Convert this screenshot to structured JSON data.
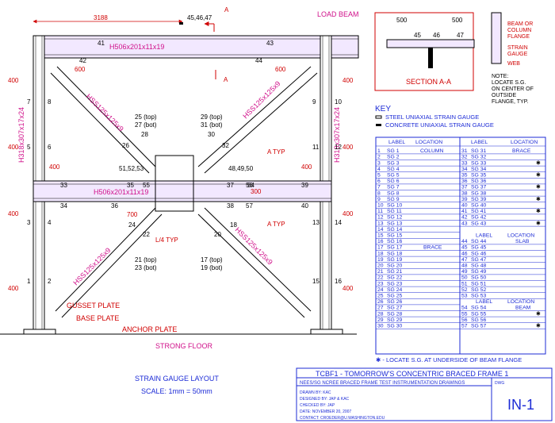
{
  "colors": {
    "red": "#d00000",
    "magenta": "#d0108a",
    "blue": "#1c2bd6",
    "black": "#000000",
    "beam_fill": "#f2e8ff"
  },
  "frame": {
    "load_beam": "LOAD BEAM",
    "strong_floor": "STRONG FLOOR",
    "dim_3188": "3188",
    "top_gauges": "45,46,47",
    "beam_top": "H506x201x11x19",
    "beam_mid": "H506x201x11x19",
    "col_left": "H318x307x17x24",
    "col_right": "H318x307x17x24",
    "brace_ul": "HSS125x125x9",
    "brace_ur": "HSS125x125x9",
    "brace_ll": "HSS125x125x9",
    "brace_lr": "HSS125x125x9",
    "mid_left_gauges": "51,52,53",
    "mid_right_gauges": "48,49,50",
    "ann_ul_top": "25 (top)",
    "ann_ul_bot": "27 (bot)",
    "ann_ur_top": "29 (top)",
    "ann_ur_bot": "31 (bot)",
    "ann_ll_top": "21 (top)",
    "ann_ll_bot": "23 (bot)",
    "ann_lr_top": "17 (top)",
    "ann_lr_bot": "19 (bot)",
    "section_mark": "A",
    "a_typ": "A TYP",
    "l4_typ": "L/4 TYP",
    "gusset_plate": "GUSSET PLATE",
    "base_plate": "BASE PLATE",
    "anchor_plate": "ANCHOR PLATE",
    "dim_600": "600",
    "dim_400": "400",
    "dim_300": "300",
    "dim_700": "700",
    "gauges": {
      "g1": "1",
      "g2": "2",
      "g3": "3",
      "g4": "4",
      "g5": "5",
      "g6": "6",
      "g7": "7",
      "g8": "8",
      "g9": "9",
      "g10": "10",
      "g11": "11",
      "g12": "12",
      "g13": "13",
      "g14": "14",
      "g15": "15",
      "g16": "16",
      "g18": "18",
      "g20": "20",
      "g22": "22",
      "g24": "24",
      "g26": "26",
      "g28": "28",
      "g30": "30",
      "g32": "32",
      "g33": "33",
      "g34": "34",
      "g35": "35",
      "g36": "36",
      "g37": "37",
      "g38": "38",
      "g39": "39",
      "g40": "40",
      "g41": "41",
      "g42": "42",
      "g43": "43",
      "g44": "44",
      "g54": "54",
      "g55": "55",
      "g56": "56",
      "g57": "57"
    }
  },
  "section": {
    "title": "SECTION A-A",
    "dim_500a": "500",
    "dim_500b": "500",
    "g45": "45",
    "g46": "46",
    "g47": "47",
    "beam_or_column_flange": [
      "BEAM OR",
      "COLUMN",
      "FLANGE"
    ],
    "strain_gauge": [
      "STRAIN",
      "GAUGE"
    ],
    "web": "WEB",
    "note": [
      "NOTE:",
      "LOCATE S.G.",
      "ON CENTER OF",
      "OUTSIDE",
      "FLANGE, TYP."
    ]
  },
  "key": {
    "title": "KEY",
    "steel_gauge": "STEEL UNIAXIAL STRAIN GAUGE",
    "concrete_gauge": "CONCRETE UNIAXIAL STRAIN GAUGE",
    "label_header": "LABEL",
    "location_header": "LOCATION",
    "sg_prefix": "SG",
    "left_rows_column": [
      1,
      2,
      3,
      4,
      5,
      6,
      7,
      8,
      9,
      10,
      11,
      12,
      13,
      14,
      15
    ],
    "left_rows_brace": [
      16,
      17,
      18,
      19,
      20,
      21,
      22,
      23,
      24,
      25,
      26,
      27,
      28,
      29,
      30
    ],
    "left_column_label": "COLUMN",
    "left_brace_label": "BRACE",
    "right_rows_brace": [
      31,
      32,
      33,
      34,
      35,
      36,
      37,
      38,
      39,
      40,
      41,
      42,
      43
    ],
    "right_rows_slab": [
      44,
      45,
      46,
      47,
      48,
      49,
      50,
      51,
      52,
      53
    ],
    "right_rows_beam": [
      54,
      55,
      56,
      57
    ],
    "brace_label": "BRACE",
    "slab_label": "SLAB",
    "beam_label": "BEAM",
    "starred_brace_rows": [
      33,
      35,
      37,
      39,
      41,
      43
    ],
    "starred_beam_rows": [
      55,
      57
    ],
    "star": "✱",
    "footnote": "✱ - LOCATE S.G. AT UNDERSIDE OF BEAM FLANGE"
  },
  "layout_title": {
    "title": "STRAIN GAUGE LAYOUT",
    "scale": "SCALE: 1mm = 50mm"
  },
  "title_block": {
    "project": "TCBF1 - TOMORROW'S CONCENTRIC BRACED FRAME 1",
    "subtitle": "NEES/SG NCREE BRACED FRAME TEST INSTRUMENTATION DRAWINGS",
    "drawn_by": "DRAWN BY: KAC",
    "designed_by": "DESIGNED BY: JAP & KAC",
    "checked_by": "CHECKED BY: JAP",
    "date": "DATE: NOVEMBER 20, 2007",
    "contact": "CONTACT: CROEDER@U.WASHINGTON.EDU",
    "dwg_label": "DWG",
    "dwg_number": "IN-1"
  }
}
